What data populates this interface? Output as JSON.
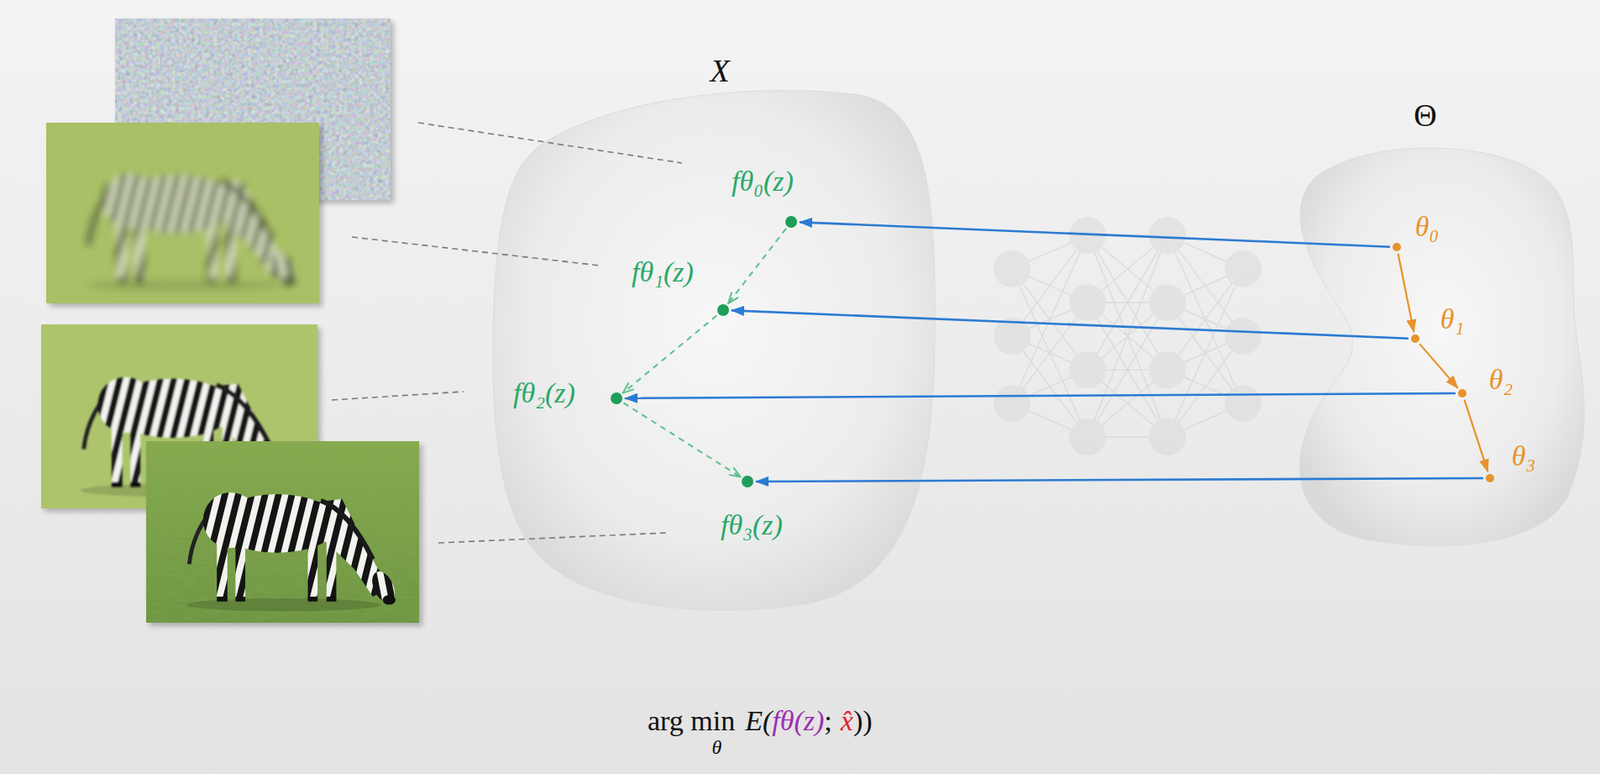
{
  "diagram": {
    "nodes": [
      {
        "text": [
          "X"
        ]
      },
      {
        "text": [
          "fθ₀(z)"
        ],
        "in": 0
      },
      {
        "text": [
          "fθ₁(z)"
        ],
        "in": 0
      },
      {
        "text": [
          "fθ₂(z)"
        ],
        "in": 0
      },
      {
        "text": [
          "fθ₃(z)"
        ],
        "in": 0
      },
      {
        "text": [
          "Θ"
        ]
      },
      {
        "text": [
          "θ₀"
        ],
        "in": 5
      },
      {
        "text": [
          "θ₁"
        ],
        "in": 5
      },
      {
        "text": [
          "θ₂"
        ],
        "in": 5
      },
      {
        "text": [
          "θ₃"
        ],
        "in": 5
      }
    ],
    "edges": [
      {
        "from": 6,
        "to": 1,
        "arrow": "to"
      },
      {
        "from": 7,
        "to": 2,
        "arrow": "to"
      },
      {
        "from": 8,
        "to": 3,
        "arrow": "to"
      },
      {
        "from": 9,
        "to": 4,
        "arrow": "to"
      },
      {
        "from": 6,
        "to": 7,
        "arrow": "to"
      },
      {
        "from": 7,
        "to": 8,
        "arrow": "to"
      },
      {
        "from": 8,
        "to": 9,
        "arrow": "to"
      },
      {
        "from": 1,
        "to": 2,
        "arrow": "to"
      },
      {
        "from": 2,
        "to": 3,
        "arrow": "to"
      },
      {
        "from": 3,
        "to": 4,
        "arrow": "to"
      }
    ],
    "labels": [
      "arg min",
      "θ",
      "E(",
      "fθ(z)",
      ";",
      "x̂",
      "))"
    ]
  }
}
